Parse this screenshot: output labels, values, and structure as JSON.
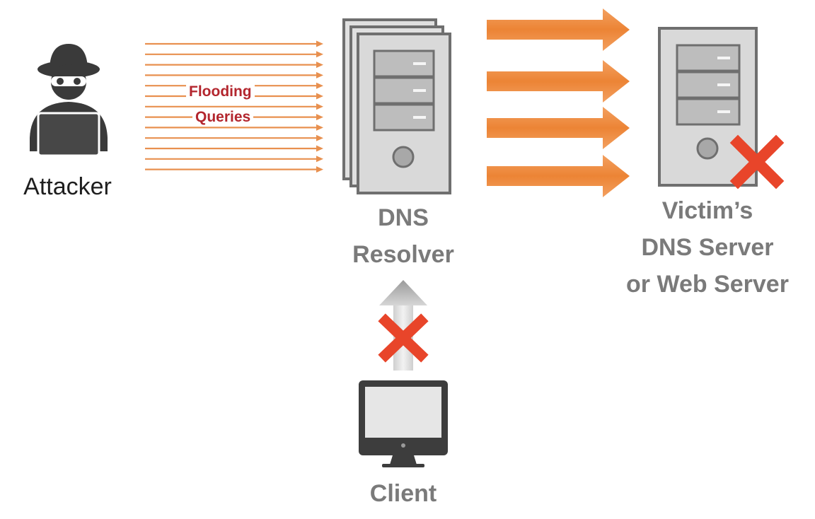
{
  "diagram": {
    "attacker": {
      "label": "Attacker"
    },
    "flood": {
      "line1": "Flooding",
      "line2": "Queries"
    },
    "resolver": {
      "line1": "DNS",
      "line2": "Resolver"
    },
    "victim": {
      "line1": "Victim’s",
      "line2": "DNS Server",
      "line3": "or Web Server"
    },
    "client": {
      "label": "Client"
    }
  },
  "colors": {
    "flood_arrow": "#e8904f",
    "big_arrow": "#ee8a3c",
    "block_x": "#e8452a",
    "server_fill": "#d9d9d9",
    "server_outline": "#6f6f6f",
    "label_gray": "#7a7a7a",
    "flood_text": "#b3262e"
  },
  "icons": [
    "attacker-icon",
    "dns-resolver-server-icon",
    "victim-server-icon",
    "client-monitor-icon",
    "blocked-x-icon"
  ]
}
